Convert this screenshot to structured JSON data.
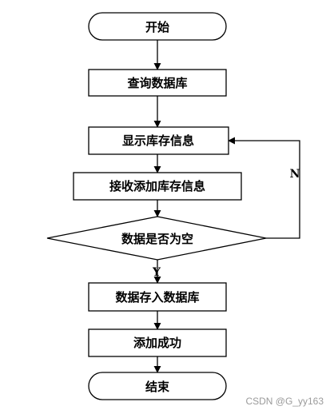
{
  "flowchart": {
    "start": "开始",
    "query_db": "查询数据库",
    "show_info": "显示库存信息",
    "receive_info": "接收添加库存信息",
    "decision": "数据是否为空",
    "label_no": "N",
    "label_yes": "Y",
    "save_data": "数据存入数据库",
    "success": "添加成功",
    "end": "结束"
  },
  "watermark": "CSDN @G_yy163"
}
